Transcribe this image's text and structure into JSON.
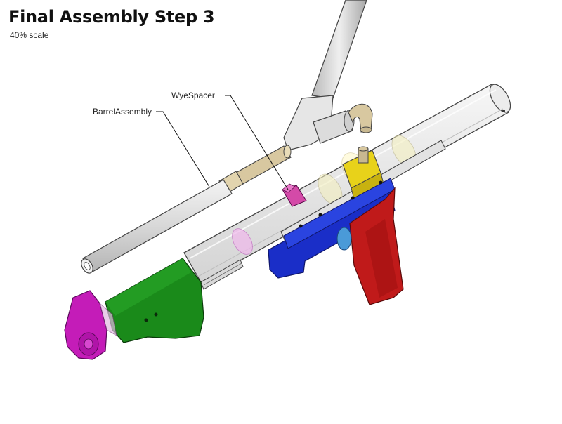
{
  "header": {
    "title": "Final Assembly Step 3",
    "scale": "40% scale"
  },
  "callouts": {
    "barrel_assembly": "BarrelAssembly",
    "wye_spacer": "WyeSpacer"
  },
  "colors": {
    "stock": "#1a8a1a",
    "end_cap": "#c41cb8",
    "wye_spacer": "#d44aa8",
    "trigger_housing": "#1a2ec8",
    "grip": "#c01a1a",
    "clamp": "#e8d21a",
    "barrel": "#d0d0d0",
    "coupler": "#d8c8a0"
  }
}
